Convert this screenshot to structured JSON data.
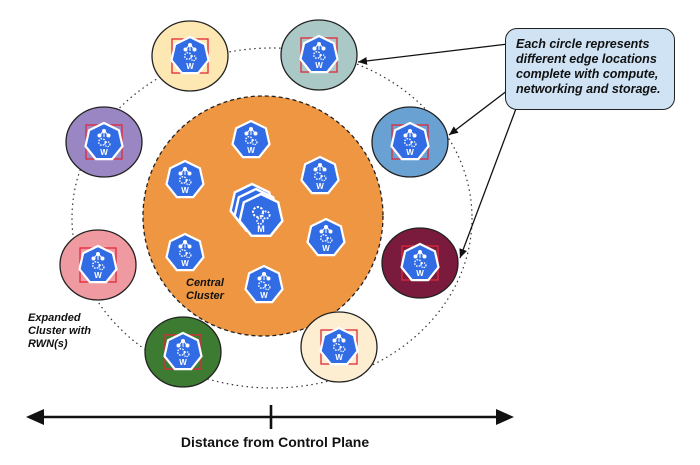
{
  "callout": {
    "lines": [
      "Each circle represents",
      "different edge locations",
      "complete with compute,",
      "networking and storage."
    ]
  },
  "central_cluster": {
    "label_lines": [
      "Central",
      "Cluster"
    ],
    "fill": "#ef9642",
    "master_letter": "M",
    "worker_letter": "W"
  },
  "expanded_cluster": {
    "label_lines": [
      "Expanded",
      "Cluster with",
      "RWN(s)"
    ]
  },
  "edge_locations": [
    {
      "name": "top-left",
      "fill": "#fde8b4"
    },
    {
      "name": "top-right",
      "fill": "#a9c8c6"
    },
    {
      "name": "upper-left",
      "fill": "#9a86c2"
    },
    {
      "name": "upper-right",
      "fill": "#6aa1d3"
    },
    {
      "name": "left",
      "fill": "#ef9aa0"
    },
    {
      "name": "right",
      "fill": "#7a1a3c"
    },
    {
      "name": "bottom-left",
      "fill": "#3d7a32"
    },
    {
      "name": "bottom-right",
      "fill": "#fdeed2"
    }
  ],
  "axis": {
    "label": "Distance from Control Plane"
  },
  "colors": {
    "node_blue": "#326ce5",
    "selection_box": "#e0283a",
    "dotted_ring": "#333333"
  },
  "icons": {
    "node": "kubernetes-node-heptagon-icon",
    "arrow": "double-headed-arrow"
  }
}
